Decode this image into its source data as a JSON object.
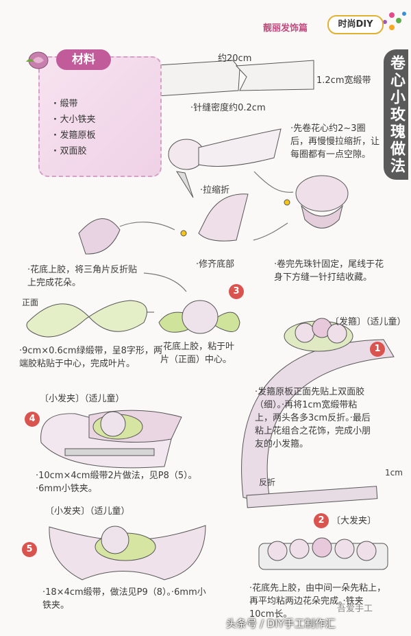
{
  "header": {
    "section": "靓丽发饰篇",
    "badge": "时尚DIY"
  },
  "vertical_title": "卷心小玫瑰做法",
  "materials": {
    "title": "材料",
    "items": [
      "缎带",
      "大小铁夹",
      "发箍原板",
      "双面胶"
    ]
  },
  "step_labels": {
    "length": "约20cm",
    "width": "1.2cm宽缎带",
    "stitch": "·针缝密度约0.2cm",
    "roll": "·先卷花心约2~3圈后，再慢慢拉缩折，让每圈都有一点空隙。",
    "pull": "·拉缩折",
    "trim": "·修齐底部",
    "pin": "·卷完先珠针固定，尾线于花身下方缝一针打结收藏。",
    "glue": "·花底上胶，将三角片反折贴上完成花朵。",
    "front": "正面",
    "leaf": "·9cm×0.6cm绿缎带，呈8字形，两端胶粘贴于中心，完成叶片。",
    "attach": "·花底上胶，粘于叶片（正面）中心。"
  },
  "headband": {
    "num": "1",
    "title": "〔发箍〕（适儿童）",
    "steps": "·发箍原板正面先贴上双面胶（细）。·再将1cm宽缎带粘上，两头各多3cm反折。·最后粘上花组合之花饰，完成小朋友的小发箍。",
    "fold": "反折",
    "cm": "1cm"
  },
  "big_clip": {
    "num": "2",
    "title": "〔大发夹〕",
    "steps": "·花底先上胶，由中间一朵先粘上，再平均粘两边花朵完成。·铁夹10cm长。"
  },
  "step3_num": "3",
  "small_clip_4": {
    "num": "4",
    "title": "〔小发夹〕（适儿童）",
    "steps": "·10cm×4cm缎带2片做法，见P8（5）。·6mm小铁夹。"
  },
  "small_clip_5": {
    "num": "5",
    "title": "〔小发夹〕（适儿童）",
    "steps": "·18×4cm缎带，做法见P9（8）。·6mm小铁夹。"
  },
  "footer": {
    "watermark": "头条号 / DIY手工制作汇",
    "brand": "吾爱手工"
  },
  "colors": {
    "accent": "#c25b9a",
    "number": "#d9534f",
    "title_bg": "#5a5a5a",
    "leaf": "#b7d36a",
    "rose": "#e4c3d8"
  }
}
